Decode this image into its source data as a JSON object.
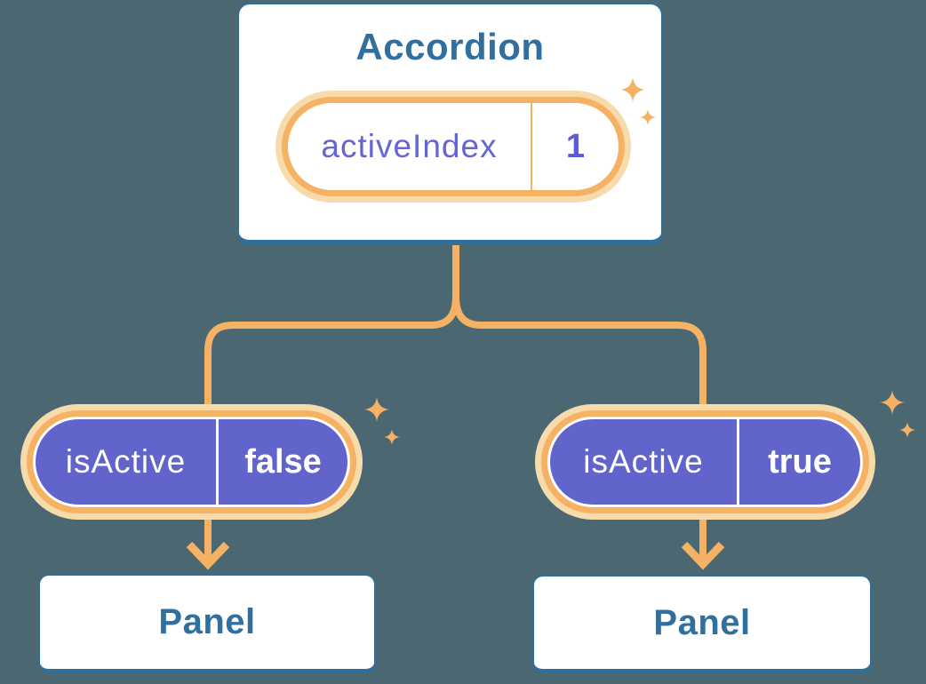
{
  "accordion": {
    "title": "Accordion",
    "state": {
      "label": "activeIndex",
      "value": "1"
    }
  },
  "children": {
    "left": {
      "prop": {
        "label": "isActive",
        "value": "false"
      },
      "panel_title": "Panel"
    },
    "right": {
      "prop": {
        "label": "isActive",
        "value": "true"
      },
      "panel_title": "Panel"
    }
  },
  "icons": {
    "sparkle": "sparkle-icon",
    "arrow": "arrow-down-icon"
  },
  "colors": {
    "background": "#4B6872",
    "card_border": "#2E6F9B",
    "title_text": "#316F9E",
    "connector": "#F5B164",
    "pill_ring": "#F5B164",
    "pill_glow": "#F8DBAA",
    "pill_fill_purple": "#6064CB",
    "state_label_text": "#6565D4",
    "state_value_text": "#5B5BD6",
    "prop_text": "#FFFFFF"
  }
}
